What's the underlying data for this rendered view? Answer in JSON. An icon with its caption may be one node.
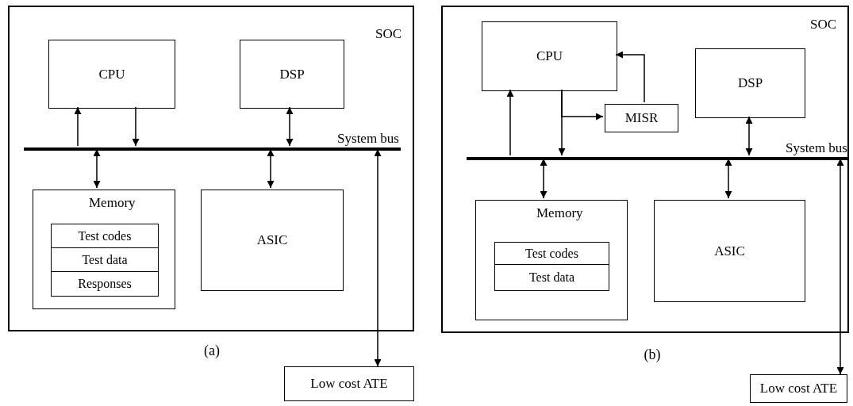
{
  "diagram": {
    "nodes": [
      {
        "text": [
          "SOC"
        ]
      },
      {
        "text": [
          "CPU"
        ],
        "in": 0
      },
      {
        "text": [
          "DSP"
        ],
        "in": 0
      },
      {
        "text": [
          "System bus"
        ],
        "in": 0
      },
      {
        "text": [
          "Memory"
        ],
        "in": 0
      },
      {
        "text": [
          "Test codes"
        ],
        "in": 4
      },
      {
        "text": [
          "Test data"
        ],
        "in": 4
      },
      {
        "text": [
          "Responses"
        ],
        "in": 4
      },
      {
        "text": [
          "ASIC"
        ],
        "in": 0
      },
      {
        "text": [
          "Low cost ATE"
        ]
      },
      {
        "text": [
          "SOC"
        ]
      },
      {
        "text": [
          "CPU"
        ],
        "in": 10
      },
      {
        "text": [
          "MISR"
        ],
        "in": 10
      },
      {
        "text": [
          "DSP"
        ],
        "in": 10
      },
      {
        "text": [
          "System bus"
        ],
        "in": 10
      },
      {
        "text": [
          "Memory"
        ],
        "in": 10
      },
      {
        "text": [
          "Test codes"
        ],
        "in": 15
      },
      {
        "text": [
          "Test data"
        ],
        "in": 15
      },
      {
        "text": [
          "ASIC"
        ],
        "in": 10
      },
      {
        "text": [
          "Low cost ATE"
        ]
      }
    ],
    "edges": [
      {
        "from": 3,
        "to": 1,
        "arrow": "to"
      },
      {
        "from": 1,
        "to": 3,
        "arrow": "to"
      },
      {
        "from": 2,
        "to": 3,
        "arrow": "both"
      },
      {
        "from": 3,
        "to": 4,
        "arrow": "both"
      },
      {
        "from": 3,
        "to": 8,
        "arrow": "both"
      },
      {
        "from": 3,
        "to": 9,
        "arrow": "both"
      },
      {
        "from": 14,
        "to": 11,
        "arrow": "to"
      },
      {
        "from": 11,
        "to": 14,
        "arrow": "to"
      },
      {
        "from": 11,
        "to": 12,
        "arrow": "to"
      },
      {
        "from": 12,
        "to": 11,
        "arrow": "to"
      },
      {
        "from": 13,
        "to": 14,
        "arrow": "both"
      },
      {
        "from": 14,
        "to": 15,
        "arrow": "both"
      },
      {
        "from": 14,
        "to": 18,
        "arrow": "both"
      },
      {
        "from": 14,
        "to": 19,
        "arrow": "both"
      }
    ],
    "labels": [
      "(a)",
      "(b)"
    ]
  }
}
